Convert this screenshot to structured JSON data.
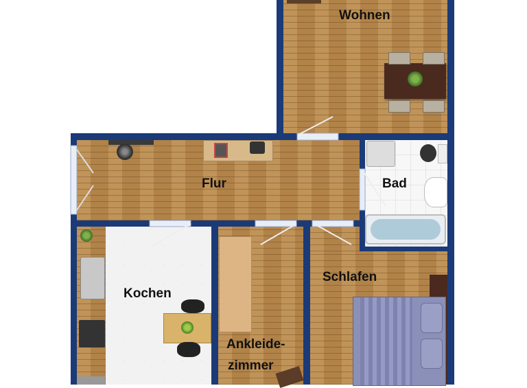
{
  "rooms": {
    "wohnen": "Wohnen",
    "flur": "Flur",
    "bad": "Bad",
    "kochen": "Kochen",
    "schlafen": "Schlafen",
    "ankleide_line1": "Ankleide-",
    "ankleide_line2": "zimmer"
  },
  "colors": {
    "wall": "#1b3a78",
    "wood_floor": "#b98a4f",
    "tile_floor": "#f2f2f2"
  }
}
